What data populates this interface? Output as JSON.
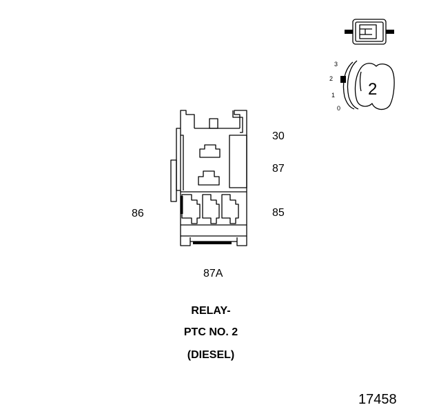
{
  "terminals": {
    "t30": "30",
    "t87": "87",
    "t86": "86",
    "t85": "85",
    "t87a": "87A"
  },
  "caption": {
    "line1": "RELAY-",
    "line2": "PTC NO. 2",
    "line3": "(DIESEL)"
  },
  "figure_number": "17458",
  "key_indicator": {
    "positions": [
      "3",
      "2",
      "1",
      "0"
    ],
    "symbol": "2"
  },
  "icons": [
    "connector-face-icon",
    "key-position-icon"
  ]
}
